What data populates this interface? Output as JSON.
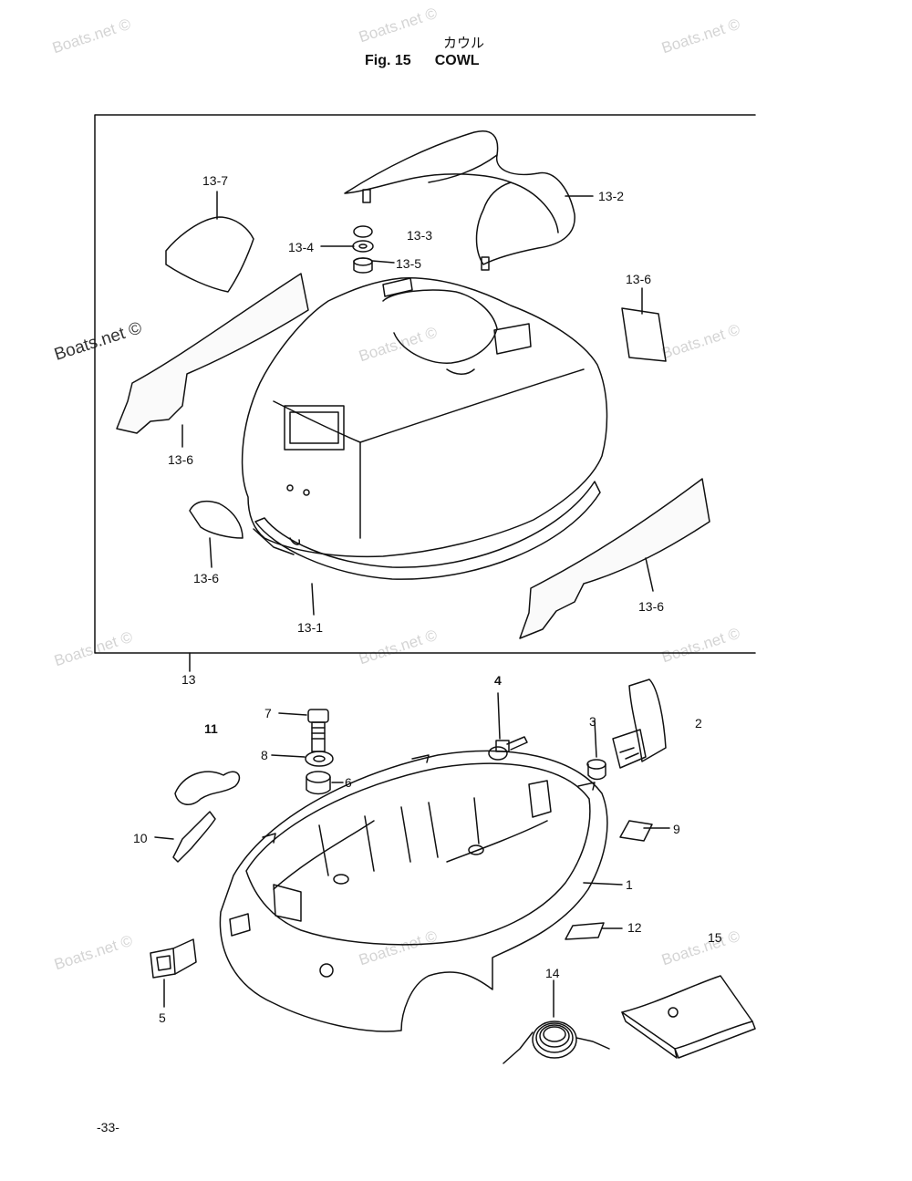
{
  "header": {
    "title_jp": "カウル",
    "figure_number": "Fig. 15",
    "title": "COWL"
  },
  "watermark": "Boats.net ©",
  "callouts": {
    "c13_7": "13-7",
    "c13_2": "13-2",
    "c13_3": "13-3",
    "c13_4": "13-4",
    "c13_5": "13-5",
    "c13_6_a": "13-6",
    "c13_6_b": "13-6",
    "c13_6_c": "13-6",
    "c13_6_d": "13-6",
    "c13_1": "13-1",
    "c13": "13",
    "c1": "1",
    "c2": "2",
    "c3": "3",
    "c4": "4",
    "c5": "5",
    "c6": "6",
    "c7": "7",
    "c8": "8",
    "c9": "9",
    "c10": "10",
    "c11": "11",
    "c12": "12",
    "c14": "14",
    "c15": "15"
  },
  "footer": {
    "page": "-33-"
  }
}
